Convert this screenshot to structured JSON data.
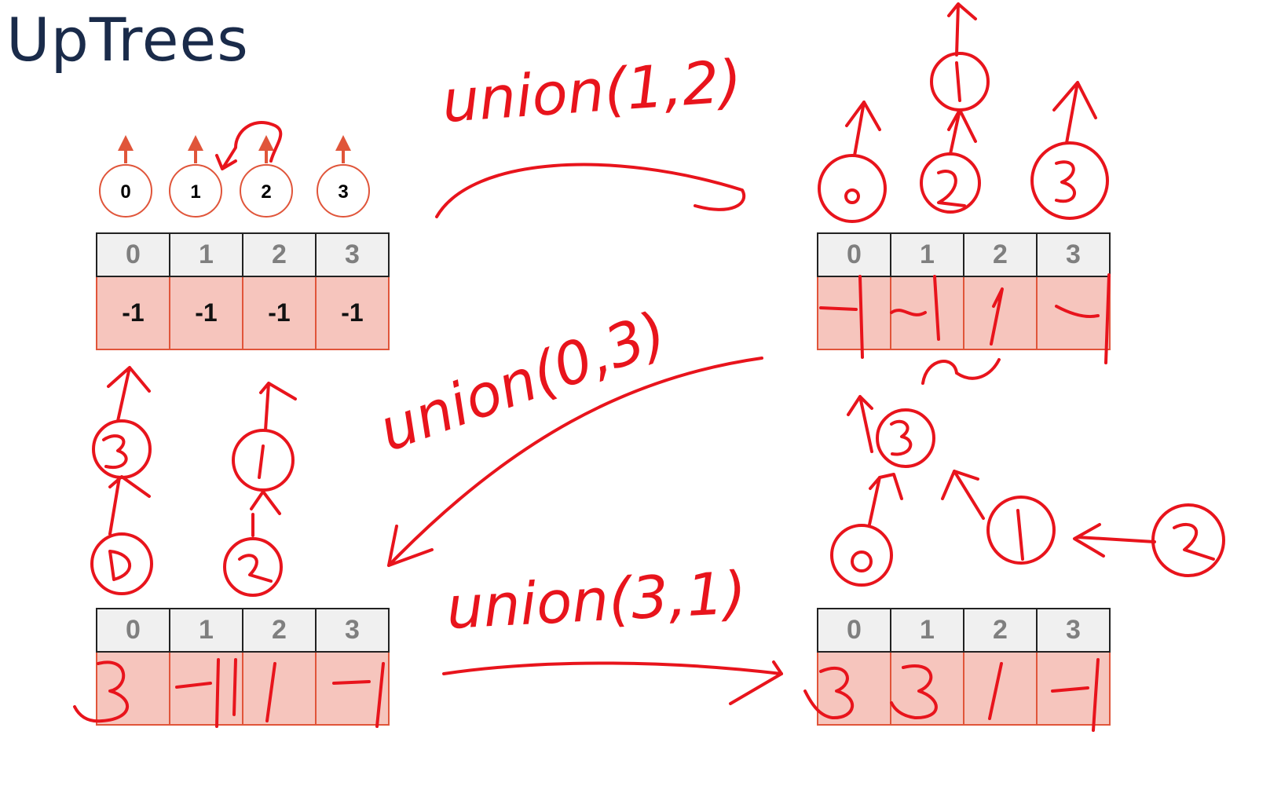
{
  "title": "UpTrees",
  "initial_nodes": [
    {
      "label": "0"
    },
    {
      "label": "1"
    },
    {
      "label": "2"
    },
    {
      "label": "3"
    }
  ],
  "arrays": {
    "top_left": {
      "indices": [
        "0",
        "1",
        "2",
        "3"
      ],
      "values": [
        "-1",
        "-1",
        "-1",
        "-1"
      ]
    },
    "top_right": {
      "indices": [
        "0",
        "1",
        "2",
        "3"
      ],
      "values": [
        "",
        "",
        "",
        ""
      ]
    },
    "bottom_left": {
      "indices": [
        "0",
        "1",
        "2",
        "3"
      ],
      "values": [
        "",
        "",
        "",
        ""
      ]
    },
    "bottom_right": {
      "indices": [
        "0",
        "1",
        "2",
        "3"
      ],
      "values": [
        "",
        "",
        "",
        ""
      ]
    }
  },
  "handwriting": {
    "op1": "union(1,2)",
    "op2": "union(0,3)",
    "op3": "union(3,1)",
    "top_right_values": [
      "-1",
      "-1",
      "1",
      "-1"
    ],
    "bottom_left_values": [
      "3",
      "-1",
      "1",
      "-1"
    ],
    "bottom_right_values": [
      "3",
      "3",
      "1",
      "-1"
    ]
  },
  "colors": {
    "title": "#1a2b4a",
    "ink": "#e8141c",
    "node_stroke": "#e0553a",
    "cell_fill": "#f6c5bd",
    "header_fill": "#f0f0f0"
  }
}
